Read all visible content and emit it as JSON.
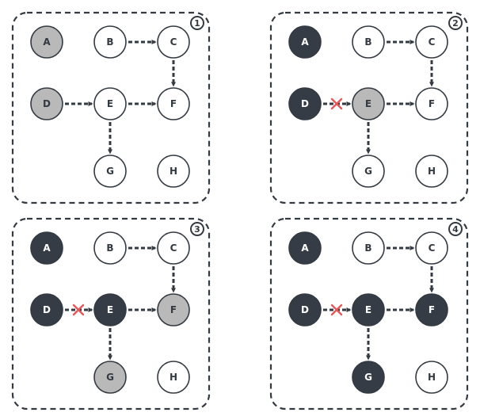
{
  "colors": {
    "white": "#ffffff",
    "visited": "#b9b9b9",
    "done": "#353c45",
    "stroke": "#333a42",
    "cross": "#e8575a"
  },
  "node_labels": [
    "A",
    "B",
    "C",
    "D",
    "E",
    "F",
    "G",
    "H"
  ],
  "edges": [
    {
      "from": "B",
      "to": "C"
    },
    {
      "from": "C",
      "to": "F"
    },
    {
      "from": "D",
      "to": "E"
    },
    {
      "from": "E",
      "to": "F"
    },
    {
      "from": "E",
      "to": "G"
    }
  ],
  "panels": [
    {
      "step": "1",
      "states": {
        "A": "visited",
        "B": "white",
        "C": "white",
        "D": "visited",
        "E": "white",
        "F": "white",
        "G": "white",
        "H": "white"
      },
      "removed_edges": []
    },
    {
      "step": "2",
      "states": {
        "A": "done",
        "B": "white",
        "C": "white",
        "D": "done",
        "E": "visited",
        "F": "white",
        "G": "white",
        "H": "white"
      },
      "removed_edges": [
        "D-E"
      ]
    },
    {
      "step": "3",
      "states": {
        "A": "done",
        "B": "white",
        "C": "white",
        "D": "done",
        "E": "done",
        "F": "visited",
        "G": "visited",
        "H": "white"
      },
      "removed_edges": [
        "D-E"
      ]
    },
    {
      "step": "4",
      "states": {
        "A": "done",
        "B": "white",
        "C": "white",
        "D": "done",
        "E": "done",
        "F": "done",
        "G": "done",
        "H": "white"
      },
      "removed_edges": [
        "D-E"
      ]
    }
  ]
}
